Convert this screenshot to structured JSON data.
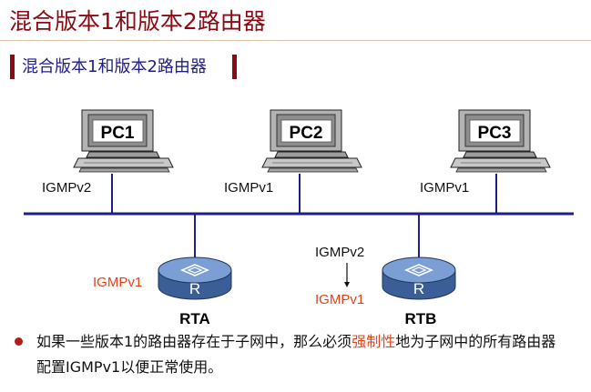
{
  "slide": {
    "title": "混合版本1和版本2路由器",
    "subtitle": "混合版本1和版本2路由器"
  },
  "pcs": [
    {
      "label": "PC1",
      "igmp": "IGMPv2"
    },
    {
      "label": "PC2",
      "igmp": "IGMPv1"
    },
    {
      "label": "PC3",
      "igmp": "IGMPv1"
    }
  ],
  "routers": [
    {
      "name": "RTA",
      "igmp": "IGMPv1",
      "badge": "R"
    },
    {
      "name": "RTB",
      "igmp_configured": "IGMPv2",
      "igmp_forced": "IGMPv1",
      "badge": "R"
    }
  ],
  "note": {
    "before": "如果一些版本1的路由器存在于子网中，那么必须",
    "highlight": "强制性",
    "after": "地为子网中的所有路由器配置IGMPv1以便正常使用。"
  },
  "colors": {
    "title": "#8b0a14",
    "subtitle": "#1f1e8a",
    "bus": "#1f1e8a",
    "highlight": "#e4431a",
    "router": "#4f76b7"
  }
}
